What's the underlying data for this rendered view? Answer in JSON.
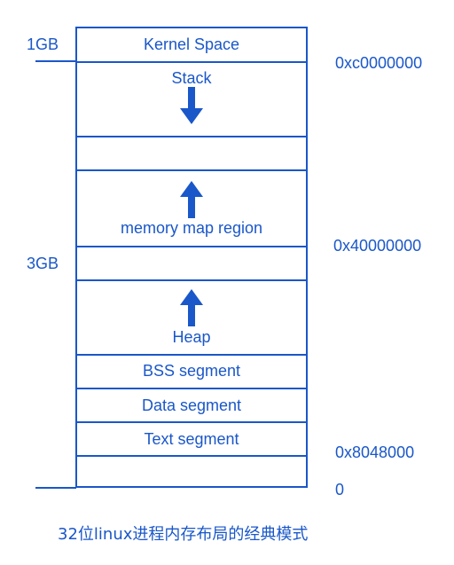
{
  "segments": {
    "kernel_space": "Kernel Space",
    "stack": "Stack",
    "memory_map_region": "memory map region",
    "heap": "Heap",
    "bss": "BSS segment",
    "data": "Data segment",
    "text": "Text segment"
  },
  "sizes": {
    "kernel": "1GB",
    "user": "3GB"
  },
  "addresses": {
    "kernel_start": "0xc0000000",
    "mmap_start": "0x40000000",
    "text_start": "0x8048000",
    "zero": "0"
  },
  "arrows": {
    "stack": "down-arrow-icon",
    "mmap": "up-arrow-icon",
    "heap": "up-arrow-icon"
  },
  "caption": "32位linux进程内存布局的经典模式",
  "colors": {
    "line": "#1a57c9",
    "text": "#1a57c9",
    "background": "#ffffff"
  }
}
